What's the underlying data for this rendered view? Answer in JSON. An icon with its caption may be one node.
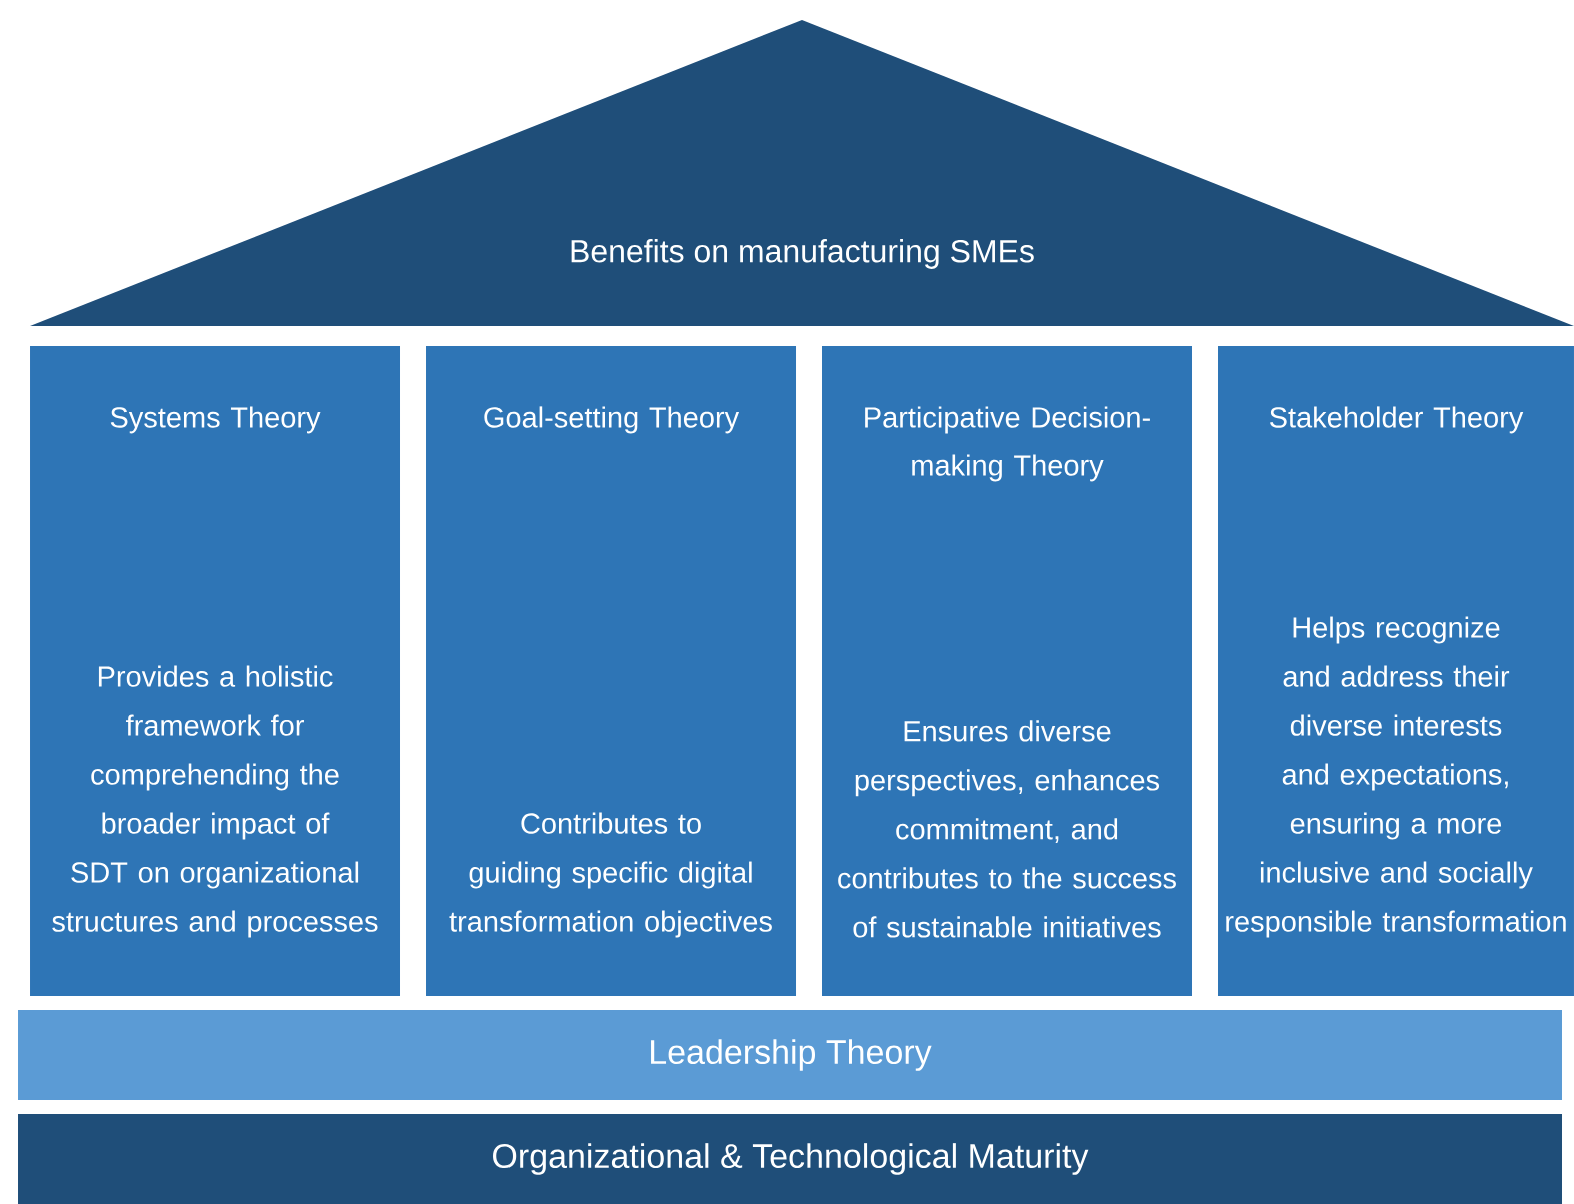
{
  "diagram": {
    "nodes": [
      {
        "text": [
          "Benefits on manufacturing SMEs"
        ]
      },
      {
        "text": [
          "Systems Theory",
          "Provides a holistic framework for comprehending the broader impact of SDT on organizational structures and processes"
        ]
      },
      {
        "text": [
          "Goal-setting Theory",
          "Contributes to guiding specific digital transformation objectives"
        ]
      },
      {
        "text": [
          "Participative Decision-making Theory",
          "Ensures diverse perspectives, enhances commitment, and contributes to the success of sustainable initiatives"
        ]
      },
      {
        "text": [
          "Stakeholder Theory",
          "Helps recognize and address their diverse interests and expectations, ensuring a more inclusive and socially responsible transformation"
        ]
      },
      {
        "text": [
          "Leadership Theory"
        ]
      },
      {
        "text": [
          "Organizational & Technological Maturity"
        ]
      }
    ]
  }
}
